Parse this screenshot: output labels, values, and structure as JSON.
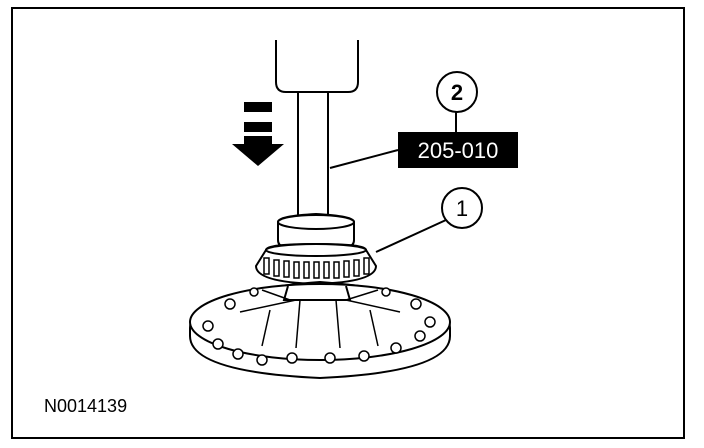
{
  "callouts": [
    {
      "number": "1"
    },
    {
      "number": "2",
      "tool": "205-010"
    }
  ],
  "figure_id": "N0014139"
}
